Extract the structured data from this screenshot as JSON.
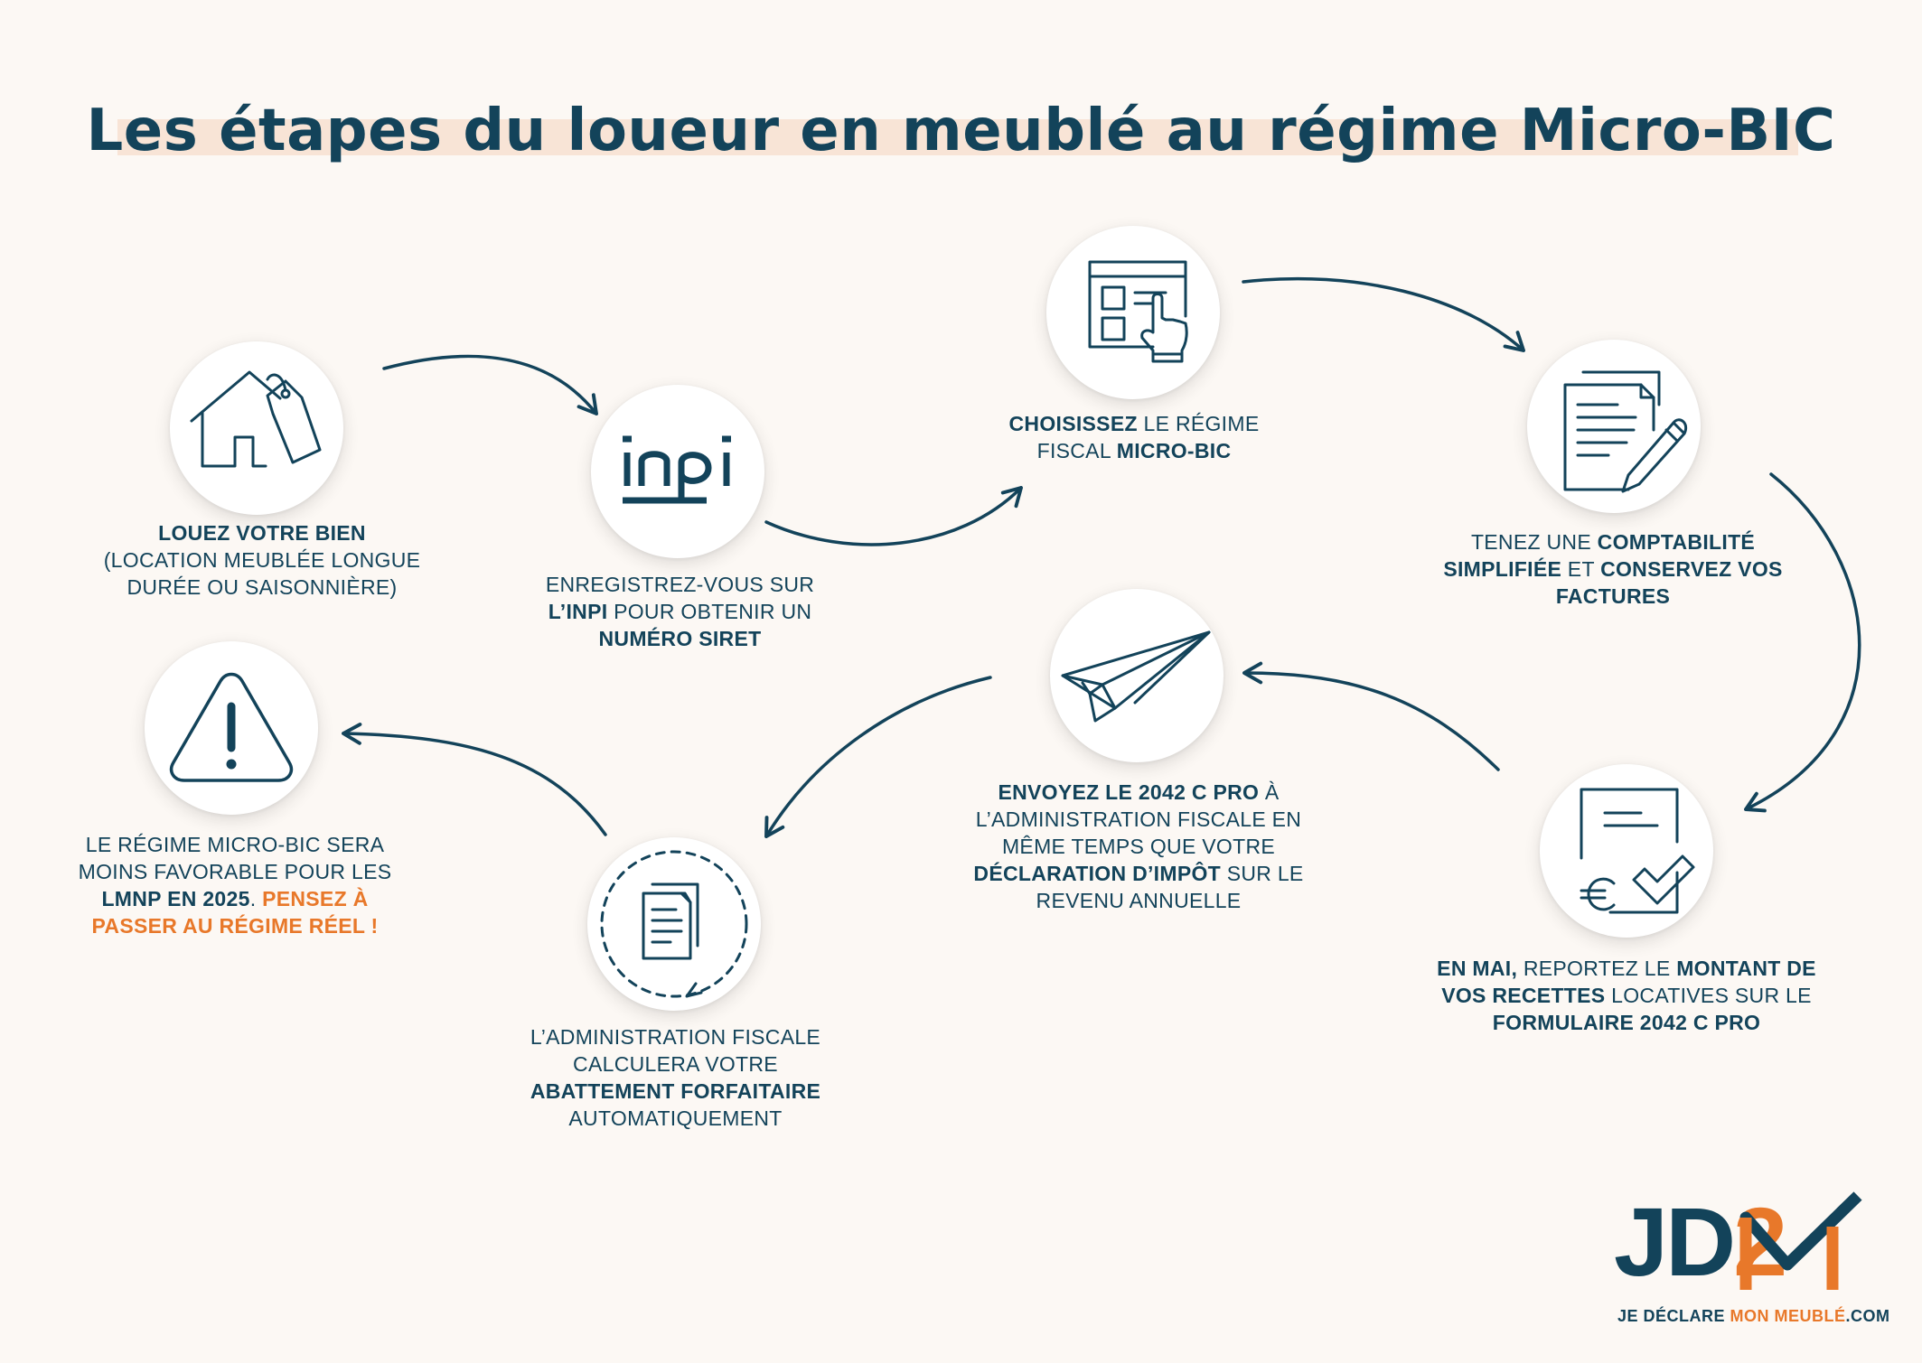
{
  "title": "Les étapes du loueur en meublé au régime Micro-BIC",
  "colors": {
    "navy": "#13435a",
    "orange": "#e8782a",
    "background": "#fcf8f4",
    "title_band": "#f8e4d6"
  },
  "steps": [
    {
      "icon": "house-tag-icon",
      "parts": [
        {
          "t": "Louez votre bien",
          "b": true
        },
        {
          "t": "\n(location meublée longue durée ou saisonnière)",
          "b": false
        }
      ]
    },
    {
      "icon": "inpi-logo",
      "logo_text": "inpi",
      "parts": [
        {
          "t": "Enregistrez-vous sur ",
          "b": false
        },
        {
          "t": "l’INPI",
          "b": true
        },
        {
          "t": " pour obtenir un ",
          "b": false
        },
        {
          "t": "numéro SIRET",
          "b": true
        }
      ]
    },
    {
      "icon": "form-click-icon",
      "parts": [
        {
          "t": "Choisissez",
          "b": true
        },
        {
          "t": " le régime fiscal ",
          "b": false
        },
        {
          "t": "Micro-BIC",
          "b": true
        }
      ]
    },
    {
      "icon": "document-pen-icon",
      "parts": [
        {
          "t": "Tenez une ",
          "b": false
        },
        {
          "t": "comptabilité simplifiée",
          "b": true
        },
        {
          "t": " et ",
          "b": false
        },
        {
          "t": "conservez vos factures",
          "b": true
        }
      ]
    },
    {
      "icon": "form-check-euro-icon",
      "parts": [
        {
          "t": "En mai,",
          "b": true
        },
        {
          "t": " reportez le ",
          "b": false
        },
        {
          "t": "montant de vos recettes",
          "b": true
        },
        {
          "t": " locatives sur le ",
          "b": false
        },
        {
          "t": "formulaire 2042 C PRO",
          "b": true
        }
      ]
    },
    {
      "icon": "paper-plane-icon",
      "parts": [
        {
          "t": "Envoyez le 2042 C PRO",
          "b": true
        },
        {
          "t": " à l’administration fiscale en même temps que votre ",
          "b": false
        },
        {
          "t": "déclaration d’impôt",
          "b": true
        },
        {
          "t": " sur le revenu annuelle",
          "b": false
        }
      ]
    },
    {
      "icon": "document-cycle-icon",
      "parts": [
        {
          "t": "L’administration fiscale calculera votre ",
          "b": false
        },
        {
          "t": "abattement forfaitaire",
          "b": true
        },
        {
          "t": " automatiquement",
          "b": false
        }
      ]
    },
    {
      "icon": "warning-icon",
      "parts": [
        {
          "t": "Le régime Micro-BIC sera moins favorable pour les ",
          "b": false
        },
        {
          "t": "LMNP en 2025",
          "b": true
        },
        {
          "t": ".",
          "b": false
        },
        {
          "t": " Pensez à passer au régime réel !",
          "b": "orange"
        }
      ]
    }
  ],
  "logo": {
    "jd": "JD",
    "two": "2",
    "tag_1": "JE DÉCLARE ",
    "tag_2": "MON MEUBLÉ",
    "tag_3": ".COM"
  }
}
